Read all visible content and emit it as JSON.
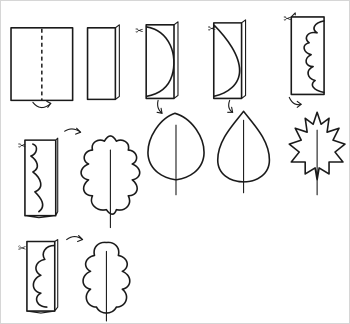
{
  "scissors_symbol": "✂",
  "colors": {
    "ink": "#1a1a1a",
    "paper": "#ffffff",
    "border": "#d6d6d6"
  },
  "steps": [
    {
      "name": "fold-paper-in-half"
    },
    {
      "name": "folded-paper"
    },
    {
      "name": "cut-oval-leaf-template"
    },
    {
      "name": "cut-pointed-leaf-template"
    },
    {
      "name": "cut-maple-leaf-template"
    },
    {
      "name": "cut-oak-leaf-template"
    },
    {
      "name": "cut-rounded-lobe-leaf-template"
    }
  ]
}
